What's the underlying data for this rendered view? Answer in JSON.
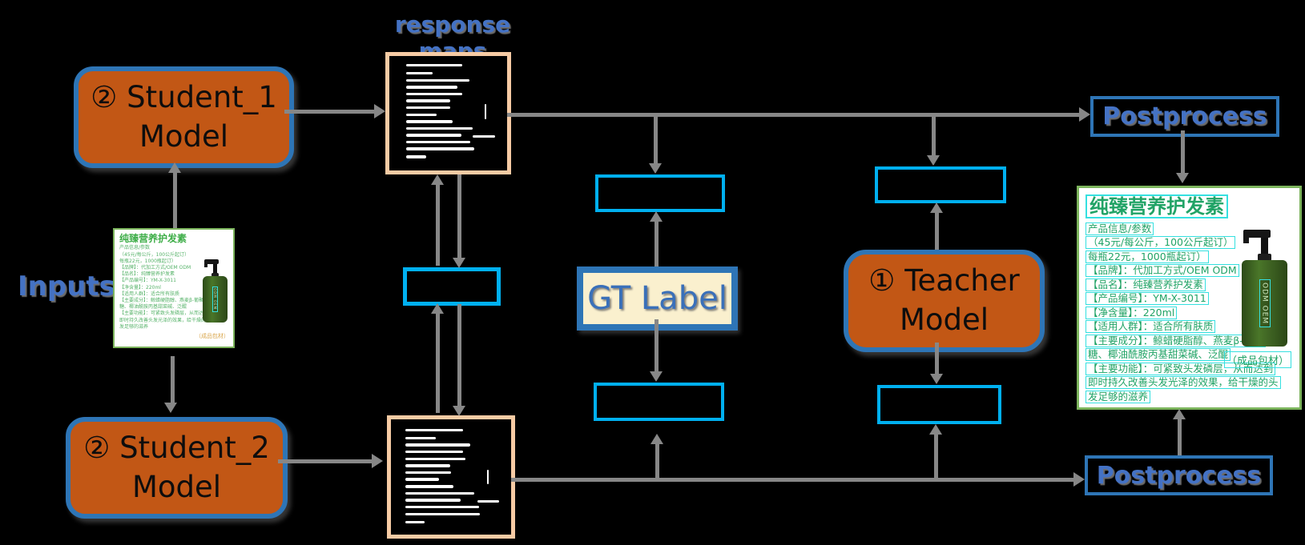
{
  "diagram_title": "response maps",
  "inputs_label": "Inputs",
  "nodes": {
    "student1": {
      "line1": "② Student_1",
      "line2": "Model"
    },
    "student2": {
      "line1": "② Student_2",
      "line2": "Model"
    },
    "teacher": {
      "line1": "① Teacher",
      "line2": "Model"
    },
    "gt_label": "GT Label",
    "postprocess_top": "Postprocess",
    "postprocess_bottom": "Postprocess"
  },
  "product_card": {
    "title": "纯臻营养护发素",
    "lines": [
      "产品信息/参数",
      "（45元/每公斤，100公斤起订）",
      "每瓶22元，1000瓶起订）",
      "【品牌】：代加工方式/OEM ODM",
      "【品名】：纯臻营养护发素",
      "【产品编号】：YM-X-3011",
      "【净含量】：220ml",
      "【适用人群】：适合所有肤质",
      "【主要成分】：鲸蜡硬脂醇、燕麦β-葡聚",
      "糖、椰油酰胺丙基甜菜碱、泛醌",
      "【主要功能】：可紧致头发磷层，从而达到",
      "即时持久改善头发光泽的效果，给干燥的头",
      "发足够的滋养"
    ],
    "bottle_label": "ODM OEM",
    "package_caption": "（成品包材）"
  },
  "response_maps": {
    "map1_lines": [
      {
        "t": 7,
        "l": 14,
        "w": 48
      },
      {
        "t": 14,
        "l": 14,
        "w": 23
      },
      {
        "t": 20,
        "l": 14,
        "w": 54
      },
      {
        "t": 26,
        "l": 14,
        "w": 44
      },
      {
        "t": 32,
        "l": 14,
        "w": 48
      },
      {
        "t": 38,
        "l": 14,
        "w": 38
      },
      {
        "t": 44,
        "l": 14,
        "w": 38
      },
      {
        "t": 50,
        "l": 14,
        "w": 26
      },
      {
        "t": 56,
        "l": 14,
        "w": 40
      },
      {
        "t": 62,
        "l": 14,
        "w": 57
      },
      {
        "t": 68,
        "l": 14,
        "w": 47
      },
      {
        "t": 74,
        "l": 14,
        "w": 55
      },
      {
        "t": 80,
        "l": 14,
        "w": 58
      },
      {
        "t": 87,
        "l": 14,
        "w": 17
      },
      {
        "t": 42,
        "l": 81,
        "w": 1.6,
        "h": 13
      },
      {
        "t": 69,
        "l": 71,
        "w": 19
      }
    ],
    "map2_lines": [
      {
        "t": 8,
        "l": 12,
        "w": 48
      },
      {
        "t": 15,
        "l": 12,
        "w": 25
      },
      {
        "t": 21,
        "l": 12,
        "w": 54
      },
      {
        "t": 27,
        "l": 12,
        "w": 48
      },
      {
        "t": 33,
        "l": 12,
        "w": 50
      },
      {
        "t": 39,
        "l": 12,
        "w": 37
      },
      {
        "t": 45,
        "l": 12,
        "w": 38
      },
      {
        "t": 51,
        "l": 12,
        "w": 28
      },
      {
        "t": 57,
        "l": 12,
        "w": 40
      },
      {
        "t": 63,
        "l": 12,
        "w": 57
      },
      {
        "t": 69,
        "l": 12,
        "w": 46
      },
      {
        "t": 75,
        "l": 12,
        "w": 61
      },
      {
        "t": 81,
        "l": 12,
        "w": 62
      },
      {
        "t": 88,
        "l": 12,
        "w": 16
      },
      {
        "t": 44,
        "l": 80,
        "w": 1.6,
        "h": 12
      },
      {
        "t": 70,
        "l": 72,
        "w": 18
      }
    ]
  },
  "colors": {
    "model_orange": "#C25715",
    "model_border_blue": "#2E75B6",
    "cyan_box": "#00B0F0",
    "map_border_peach": "#F6CBA4",
    "gt_fill_cream": "#FAF0CE",
    "label_blue": "#4472C4",
    "arrow_gray": "#878787",
    "card_border_green": "#7CB45C",
    "text_green": "#21A366",
    "ocr_box_cyan": "#35E0E0",
    "bottle_green": "#3A5B22"
  }
}
